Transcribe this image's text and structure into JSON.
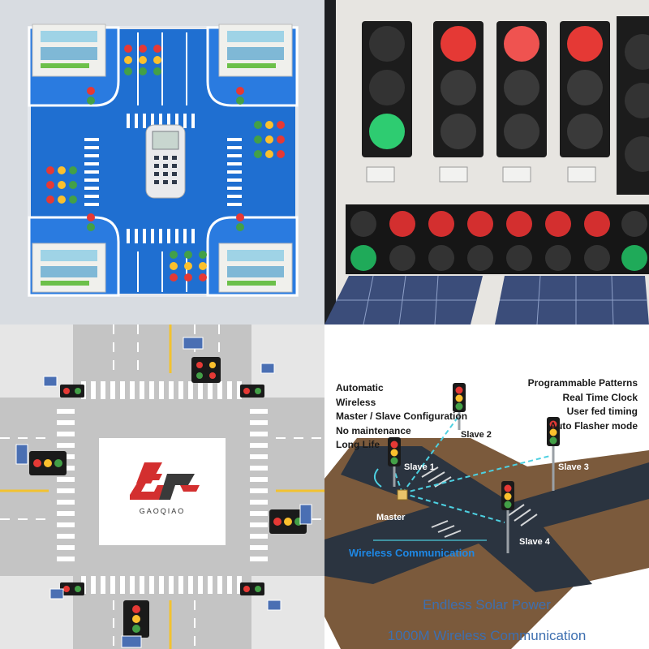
{
  "panels": {
    "kit": {
      "title": ""
    },
    "lights": {
      "title": ""
    },
    "intersection": {
      "brand": {
        "logo_letters": "GQ",
        "name": "GAOQIAO",
        "colors": {
          "red": "#d32f2f",
          "dark": "#3a3a3a"
        }
      }
    },
    "diagram": {
      "features_left": [
        "Automatic",
        "Wireless",
        "Master / Slave Configuration",
        "No maintenance",
        "Long Life"
      ],
      "features_right": [
        "Programmable Patterns",
        "Real Time Clock",
        "User fed timing",
        "Auto Flasher mode"
      ],
      "nodes": {
        "master": "Master",
        "slave1": "Slave 1",
        "slave2": "Slave 2",
        "slave3": "Slave 3",
        "slave4": "Slave 4"
      },
      "wireless_label": "Wireless Communication",
      "solar_label": "Endless Solar Power",
      "range_label": "1000M Wireless Communication",
      "colors": {
        "link": "#4dd0e1",
        "road": "#2b3440",
        "text_blue": "#3d6fb0"
      }
    }
  }
}
